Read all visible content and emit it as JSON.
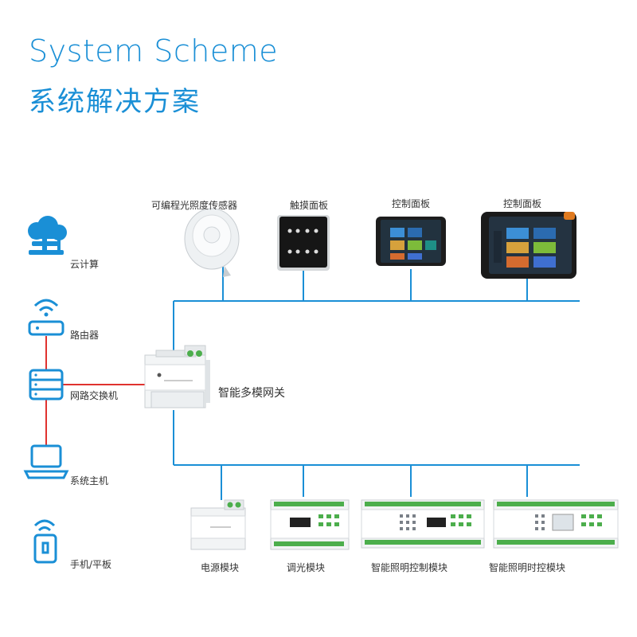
{
  "title": {
    "en": "System Scheme",
    "zh": "系统解决方案"
  },
  "colors": {
    "accent": "#1a8fd6",
    "link_red": "#e0322f",
    "bus_blue": "#1a8fd6"
  },
  "left_devices": [
    {
      "label": "云计算",
      "icon": "cloud-server-icon"
    },
    {
      "label": "路由器",
      "icon": "wifi-router-icon"
    },
    {
      "label": "网路交换机",
      "icon": "network-switch-icon"
    },
    {
      "label": "系统主机",
      "icon": "laptop-icon"
    },
    {
      "label": "手机/平板",
      "icon": "phone-nfc-icon"
    }
  ],
  "gateway": {
    "label": "智能多模网关",
    "icon": "din-rail-gateway-icon"
  },
  "top_devices": [
    {
      "label": "可编程光照度传感器",
      "icon": "light-sensor-icon"
    },
    {
      "label": "触摸面板",
      "icon": "touch-panel-icon"
    },
    {
      "label": "控制面板",
      "icon": "control-panel-small-icon"
    },
    {
      "label": "控制面板",
      "icon": "control-panel-large-icon"
    }
  ],
  "bottom_devices": [
    {
      "label": "电源模块",
      "icon": "power-module-icon"
    },
    {
      "label": "调光模块",
      "icon": "dimming-module-icon"
    },
    {
      "label": "智能照明控制模块",
      "icon": "lighting-control-module-icon"
    },
    {
      "label": "智能照明时控模块",
      "icon": "lighting-timer-module-icon"
    }
  ]
}
